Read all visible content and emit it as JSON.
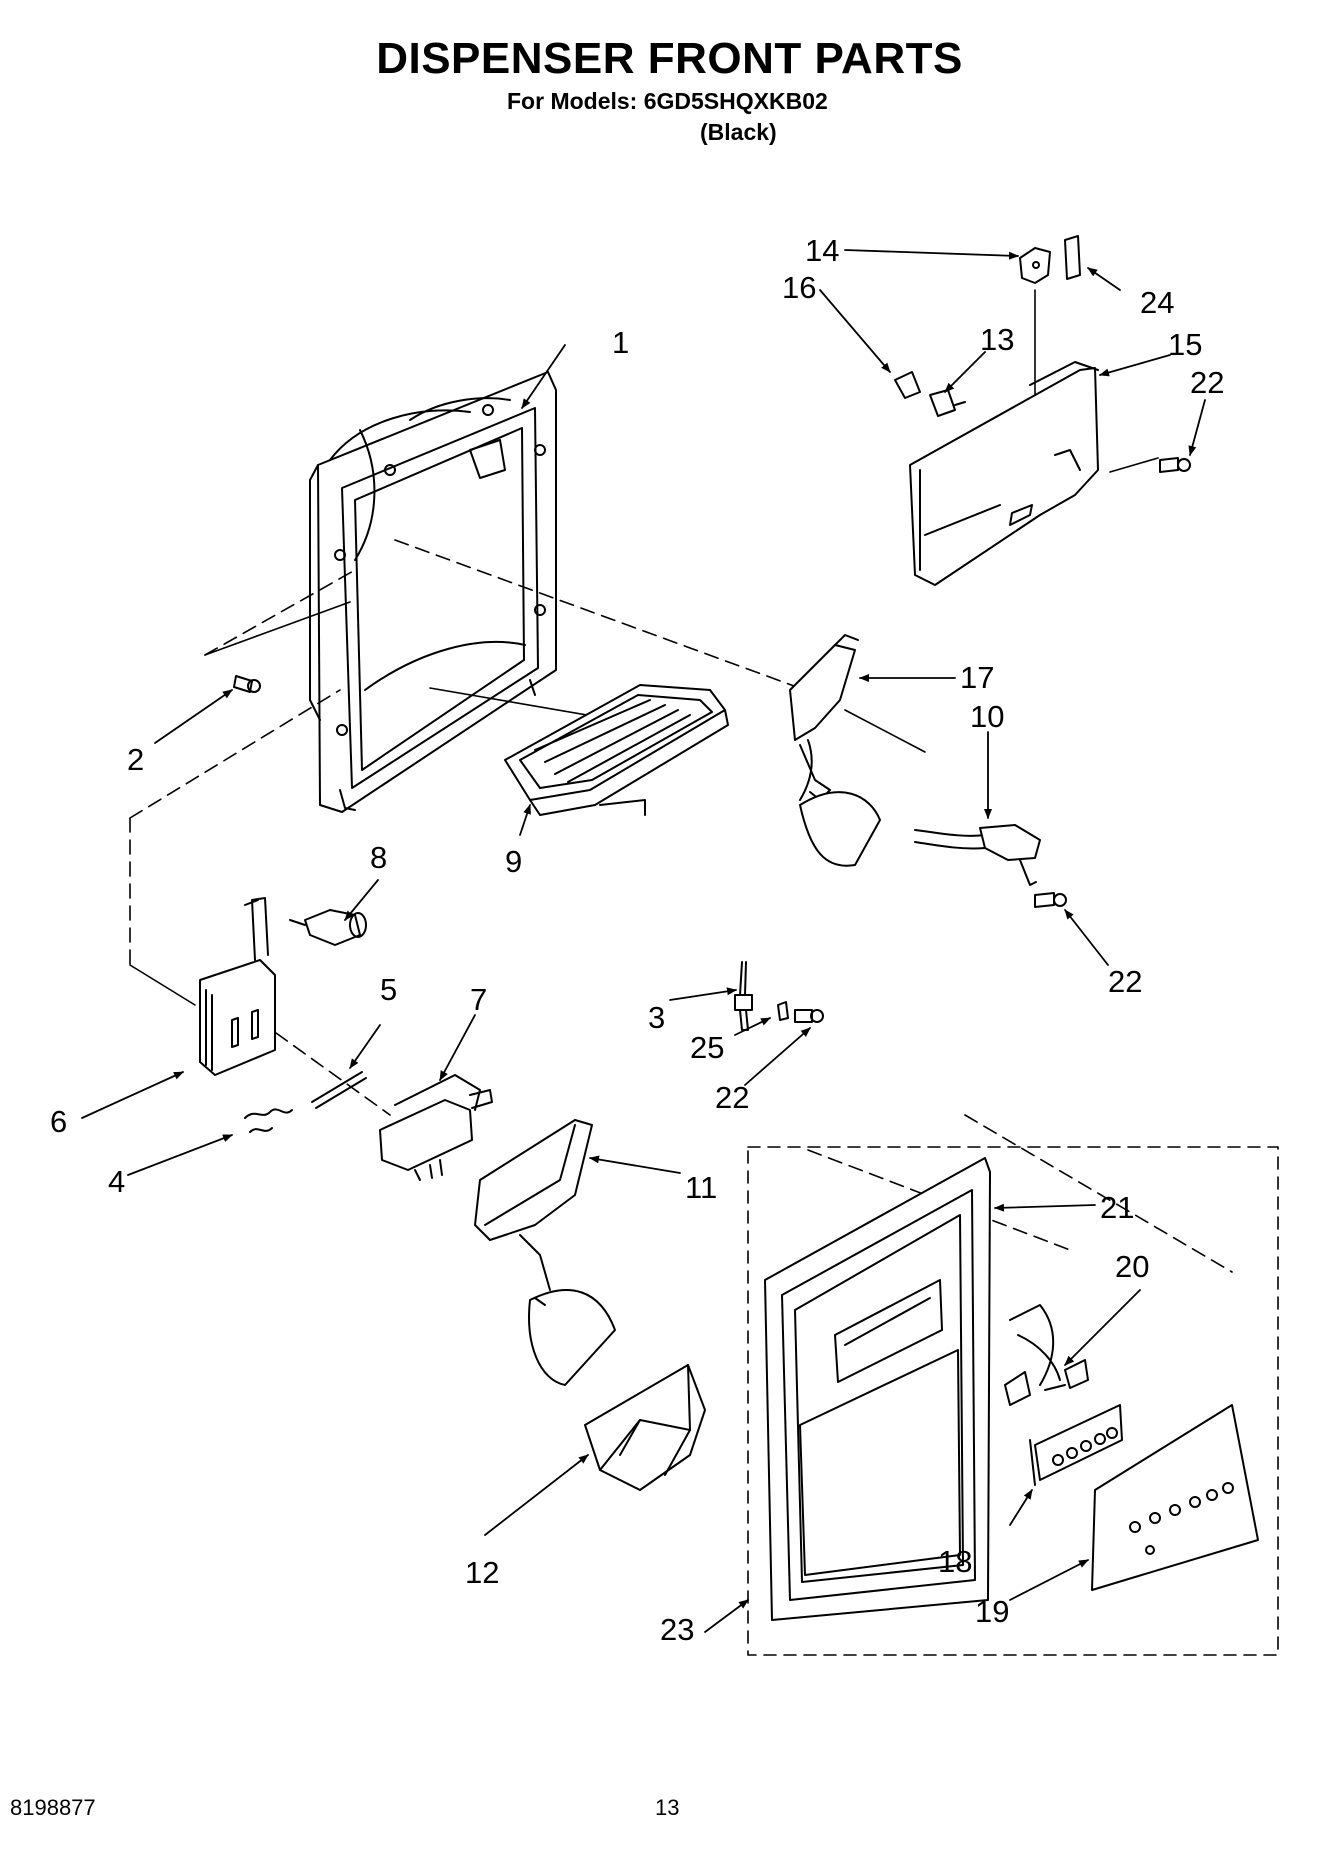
{
  "header": {
    "title": "DISPENSER FRONT PARTS",
    "models_line": "For Models: 6GD5SHQXKB02",
    "color_line": "(Black)"
  },
  "callouts": [
    "1",
    "2",
    "3",
    "4",
    "5",
    "6",
    "7",
    "8",
    "9",
    "10",
    "11",
    "12",
    "13",
    "14",
    "15",
    "16",
    "17",
    "18",
    "19",
    "20",
    "21",
    "22",
    "22",
    "22",
    "23",
    "24",
    "25"
  ],
  "footer": {
    "doc_number": "8198877",
    "page_number": "13"
  }
}
